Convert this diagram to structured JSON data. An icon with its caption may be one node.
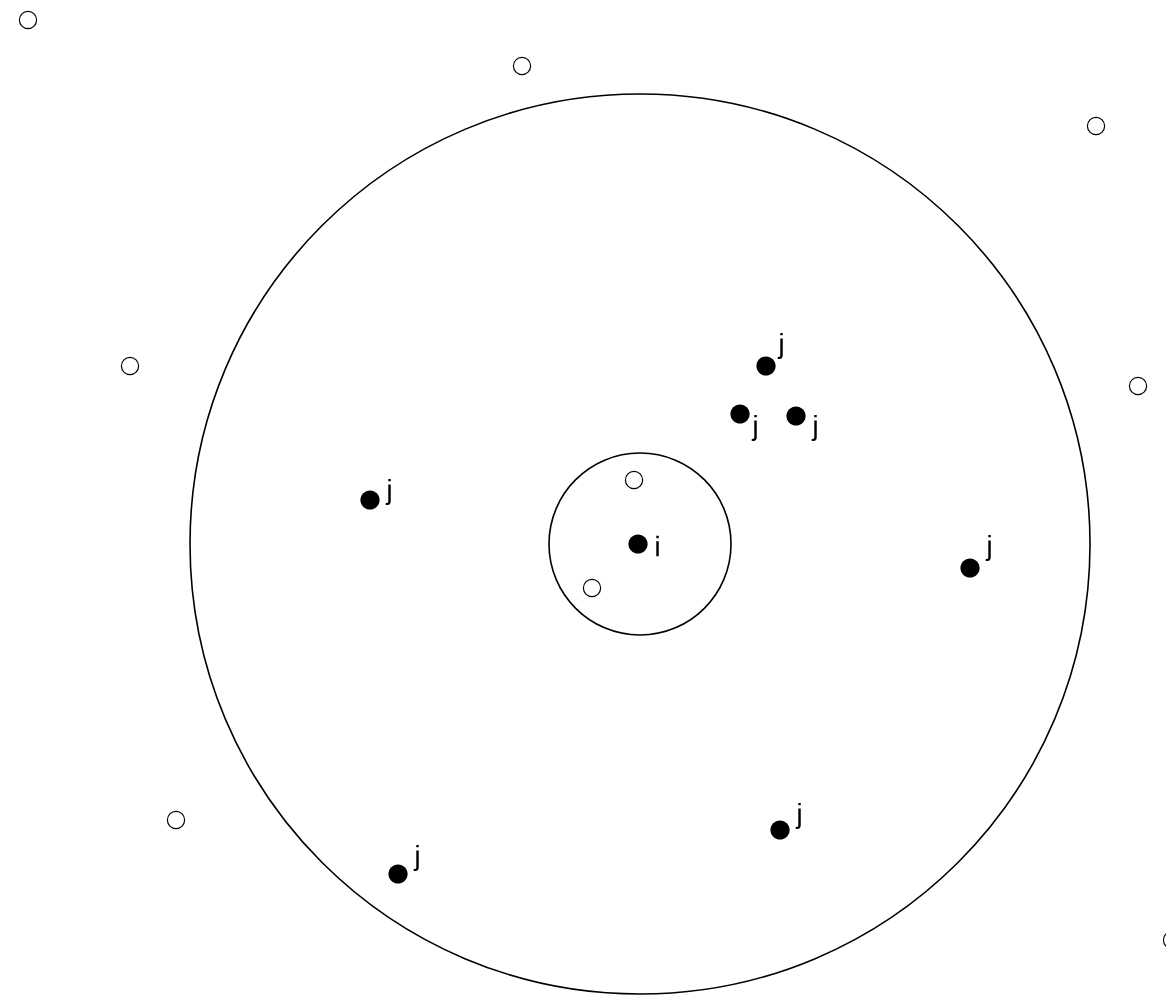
{
  "diagram": {
    "labels": [
      "j",
      "j",
      "j",
      "j",
      "i",
      "j",
      "j",
      "j"
    ]
  }
}
